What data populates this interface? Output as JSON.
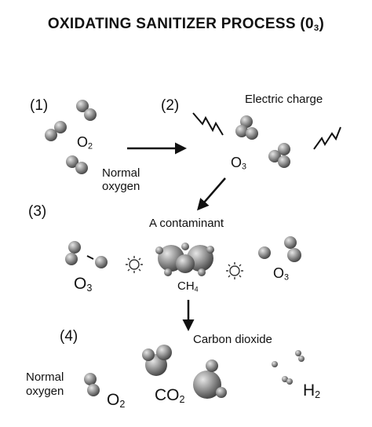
{
  "title": {
    "main": "OXIDATING SANITIZER PROCESS (0",
    "sub": "3",
    "close": ")"
  },
  "steps": [
    "(1)",
    "(2)",
    "(3)",
    "(4)"
  ],
  "labels": {
    "electric_charge": "Electric charge",
    "normal_oxygen_1": "Normal",
    "normal_oxygen_2": "oxygen",
    "contaminant": "A contaminant",
    "carbon_dioxide": "Carbon dioxide",
    "normal_oxygen_b1": "Normal",
    "normal_oxygen_b2": "oxygen"
  },
  "formulas": {
    "o2_top": {
      "base": "O",
      "sub": "2"
    },
    "o3_top": {
      "base": "O",
      "sub": "3"
    },
    "o3_left": {
      "base": "O",
      "sub": "3"
    },
    "ch4": {
      "base": "CH",
      "sub": "4"
    },
    "o3_right": {
      "base": "O",
      "sub": "3"
    },
    "o2_bottom": {
      "base": "O",
      "sub": "2"
    },
    "co2": {
      "base": "CO",
      "sub": "2"
    },
    "h2": {
      "base": "H",
      "sub": "2"
    }
  }
}
